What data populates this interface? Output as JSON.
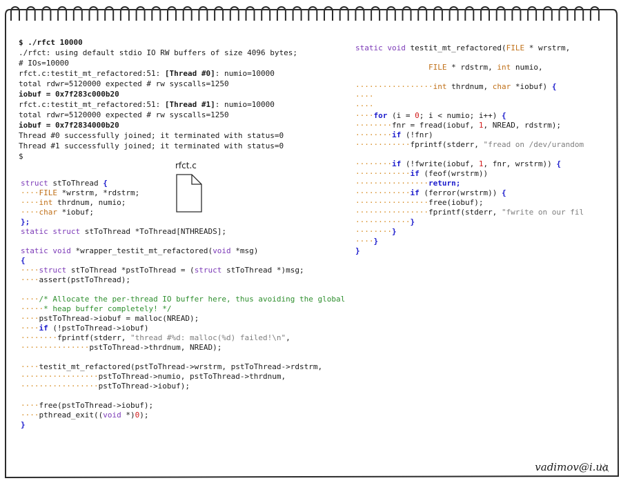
{
  "terminal": {
    "lines": [
      [
        {
          "t": "$ ./rfct 10000",
          "c": "b"
        }
      ],
      [
        {
          "t": "./rfct: using default stdio IO RW buffers of size 4096 bytes;"
        }
      ],
      [
        {
          "t": "# IOs=10000"
        }
      ],
      [
        {
          "t": "rfct.c:testit_mt_refactored:51: "
        },
        {
          "t": "[Thread #0]",
          "c": "b"
        },
        {
          "t": ": numio=10000"
        }
      ],
      [
        {
          "t": "total rdwr=5120000 expected # rw syscalls=1250"
        }
      ],
      [
        {
          "t": "iobuf = 0x7f283c000b20",
          "c": "b"
        }
      ],
      [
        {
          "t": "rfct.c:testit_mt_refactored:51: "
        },
        {
          "t": "[Thread #1]",
          "c": "b"
        },
        {
          "t": ": numio=10000"
        }
      ],
      [
        {
          "t": "total rdwr=5120000 expected # rw syscalls=1250"
        }
      ],
      [
        {
          "t": "iobuf = 0x7f2834000b20",
          "c": "b"
        }
      ],
      [
        {
          "t": "Thread #0 successfully joined; it terminated with status=0"
        }
      ],
      [
        {
          "t": "Thread #1 successfully joined; it terminated with status=0"
        }
      ],
      [
        {
          "t": "$"
        }
      ]
    ]
  },
  "file": {
    "name": "rfct.c"
  },
  "struct_code": {
    "lines": [
      [
        {
          "t": "struct",
          "c": "ty2"
        },
        {
          "t": " stToThread "
        },
        {
          "t": "{",
          "c": "kw"
        }
      ],
      [
        {
          "t": "····",
          "c": "dot"
        },
        {
          "t": "FILE",
          "c": "ty"
        },
        {
          "t": " *wrstrm, *rdstrm;"
        }
      ],
      [
        {
          "t": "····",
          "c": "dot"
        },
        {
          "t": "int",
          "c": "ty"
        },
        {
          "t": " thrdnum, numio;"
        }
      ],
      [
        {
          "t": "····",
          "c": "dot"
        },
        {
          "t": "char",
          "c": "ty"
        },
        {
          "t": " *iobuf;"
        }
      ],
      [
        {
          "t": "};",
          "c": "kw"
        }
      ],
      [
        {
          "t": "static",
          "c": "ty2"
        },
        {
          "t": " "
        },
        {
          "t": "struct",
          "c": "ty2"
        },
        {
          "t": " stToThread *ToThread[NTHREADS];"
        }
      ],
      [],
      [
        {
          "t": "static",
          "c": "ty2"
        },
        {
          "t": " "
        },
        {
          "t": "void",
          "c": "ty2"
        },
        {
          "t": " *wrapper_testit_mt_refactored("
        },
        {
          "t": "void",
          "c": "ty2"
        },
        {
          "t": " *msg)"
        }
      ],
      [
        {
          "t": "{",
          "c": "kw"
        }
      ],
      [
        {
          "t": "····",
          "c": "dot"
        },
        {
          "t": "struct",
          "c": "ty2"
        },
        {
          "t": " stToThread *pstToThread = ("
        },
        {
          "t": "struct",
          "c": "ty2"
        },
        {
          "t": " stToThread *)msg;"
        }
      ],
      [
        {
          "t": "····",
          "c": "dot"
        },
        {
          "t": "assert(pstToThread);"
        }
      ],
      [],
      [
        {
          "t": "····",
          "c": "dot"
        },
        {
          "t": "/* Allocate the per-thread IO buffer here, thus avoiding the global",
          "c": "cm"
        }
      ],
      [
        {
          "t": "·····",
          "c": "dot"
        },
        {
          "t": "* heap buffer completely! */",
          "c": "cm"
        }
      ],
      [
        {
          "t": "····",
          "c": "dot"
        },
        {
          "t": "pstToThread->iobuf = malloc(NREAD);"
        }
      ],
      [
        {
          "t": "····",
          "c": "dot"
        },
        {
          "t": "if",
          "c": "kw"
        },
        {
          "t": " (!pstToThread->iobuf)"
        }
      ],
      [
        {
          "t": "········",
          "c": "dot"
        },
        {
          "t": "fprintf(stderr, "
        },
        {
          "t": "\"thread #%d: malloc(%d) failed!\\n\"",
          "c": "str"
        },
        {
          "t": ","
        }
      ],
      [
        {
          "t": "···············",
          "c": "dot"
        },
        {
          "t": "pstToThread->thrdnum, NREAD);"
        }
      ],
      [],
      [
        {
          "t": "····",
          "c": "dot"
        },
        {
          "t": "testit_mt_refactored(pstToThread->wrstrm, pstToThread->rdstrm,"
        }
      ],
      [
        {
          "t": "·················",
          "c": "dot"
        },
        {
          "t": "pstToThread->numio, pstToThread->thrdnum,"
        }
      ],
      [
        {
          "t": "·················",
          "c": "dot"
        },
        {
          "t": "pstToThread->iobuf);"
        }
      ],
      [],
      [
        {
          "t": "····",
          "c": "dot"
        },
        {
          "t": "free(pstToThread->iobuf);"
        }
      ],
      [
        {
          "t": "····",
          "c": "dot"
        },
        {
          "t": "pthread_exit(("
        },
        {
          "t": "void",
          "c": "ty2"
        },
        {
          "t": " *)"
        },
        {
          "t": "0",
          "c": "num"
        },
        {
          "t": ");"
        }
      ],
      [
        {
          "t": "}",
          "c": "kw"
        }
      ]
    ]
  },
  "right_code": {
    "lines": [
      [
        {
          "t": "static",
          "c": "ty2"
        },
        {
          "t": " "
        },
        {
          "t": "void",
          "c": "ty2"
        },
        {
          "t": " testit_mt_refactored("
        },
        {
          "t": "FILE",
          "c": "ty"
        },
        {
          "t": " * wrstrm,"
        }
      ],
      [],
      [
        {
          "t": "                ",
          "c": "dot"
        },
        {
          "t": "FILE",
          "c": "ty"
        },
        {
          "t": " * rdstrm, "
        },
        {
          "t": "int",
          "c": "ty"
        },
        {
          "t": " numio,"
        }
      ],
      [],
      [
        {
          "t": "·················",
          "c": "dot"
        },
        {
          "t": "int",
          "c": "ty"
        },
        {
          "t": " thrdnum, "
        },
        {
          "t": "char",
          "c": "ty"
        },
        {
          "t": " *iobuf) "
        },
        {
          "t": "{",
          "c": "kw"
        }
      ],
      [
        {
          "t": "····",
          "c": "dot"
        }
      ],
      [
        {
          "t": "····",
          "c": "dot"
        }
      ],
      [
        {
          "t": "····",
          "c": "dot"
        },
        {
          "t": "for",
          "c": "kw"
        },
        {
          "t": " (i = "
        },
        {
          "t": "0",
          "c": "num"
        },
        {
          "t": "; i < numio; i++) "
        },
        {
          "t": "{",
          "c": "kw"
        }
      ],
      [
        {
          "t": "········",
          "c": "dot"
        },
        {
          "t": "fnr = fread(iobuf, "
        },
        {
          "t": "1",
          "c": "num"
        },
        {
          "t": ", NREAD, rdstrm);"
        }
      ],
      [
        {
          "t": "········",
          "c": "dot"
        },
        {
          "t": "if",
          "c": "kw"
        },
        {
          "t": " (!fnr)"
        }
      ],
      [
        {
          "t": "············",
          "c": "dot"
        },
        {
          "t": "fprintf(stderr, "
        },
        {
          "t": "\"fread on /dev/urandom",
          "c": "str"
        }
      ],
      [],
      [
        {
          "t": "········",
          "c": "dot"
        },
        {
          "t": "if",
          "c": "kw"
        },
        {
          "t": " (!fwrite(iobuf, "
        },
        {
          "t": "1",
          "c": "num"
        },
        {
          "t": ", fnr, wrstrm)) "
        },
        {
          "t": "{",
          "c": "kw"
        }
      ],
      [
        {
          "t": "············",
          "c": "dot"
        },
        {
          "t": "if",
          "c": "kw"
        },
        {
          "t": " (feof(wrstrm))"
        }
      ],
      [
        {
          "t": "················",
          "c": "dot"
        },
        {
          "t": "return;",
          "c": "kw"
        }
      ],
      [
        {
          "t": "············",
          "c": "dot"
        },
        {
          "t": "if",
          "c": "kw"
        },
        {
          "t": " (ferror(wrstrm)) "
        },
        {
          "t": "{",
          "c": "kw"
        }
      ],
      [
        {
          "t": "················",
          "c": "dot"
        },
        {
          "t": "free(iobuf);"
        }
      ],
      [
        {
          "t": "················",
          "c": "dot"
        },
        {
          "t": "fprintf(stderr, "
        },
        {
          "t": "\"fwrite on our fil",
          "c": "str"
        }
      ],
      [
        {
          "t": "············",
          "c": "dot"
        },
        {
          "t": "}",
          "c": "kw"
        }
      ],
      [
        {
          "t": "········",
          "c": "dot"
        },
        {
          "t": "}",
          "c": "kw"
        }
      ],
      [
        {
          "t": "····",
          "c": "dot"
        },
        {
          "t": "}",
          "c": "kw"
        }
      ],
      [
        {
          "t": "}",
          "c": "kw"
        }
      ]
    ]
  },
  "signature": "vadimov@i.ua"
}
